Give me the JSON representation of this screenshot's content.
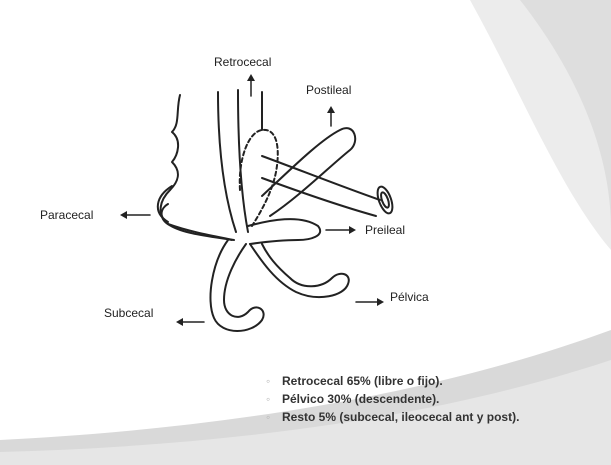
{
  "labels": {
    "retrocecal": "Retrocecal",
    "postileal": "Postileal",
    "paracecal": "Paracecal",
    "preileal": "Preileal",
    "subcecal": "Subcecal",
    "pelvica": "Pélvica"
  },
  "bullets": [
    {
      "marker": "◦",
      "text": "Retrocecal 65% (libre o fijo)."
    },
    {
      "marker": "◦",
      "text": "Pélvico 30% (descendente)."
    },
    {
      "marker": "◦",
      "text": "Resto 5% (subcecal, ileocecal ant y post)."
    }
  ],
  "colors": {
    "background": "#ffffff",
    "swoosh_gray": "#d9d9d9",
    "swoosh_light": "#ececec",
    "ink": "#222222"
  }
}
